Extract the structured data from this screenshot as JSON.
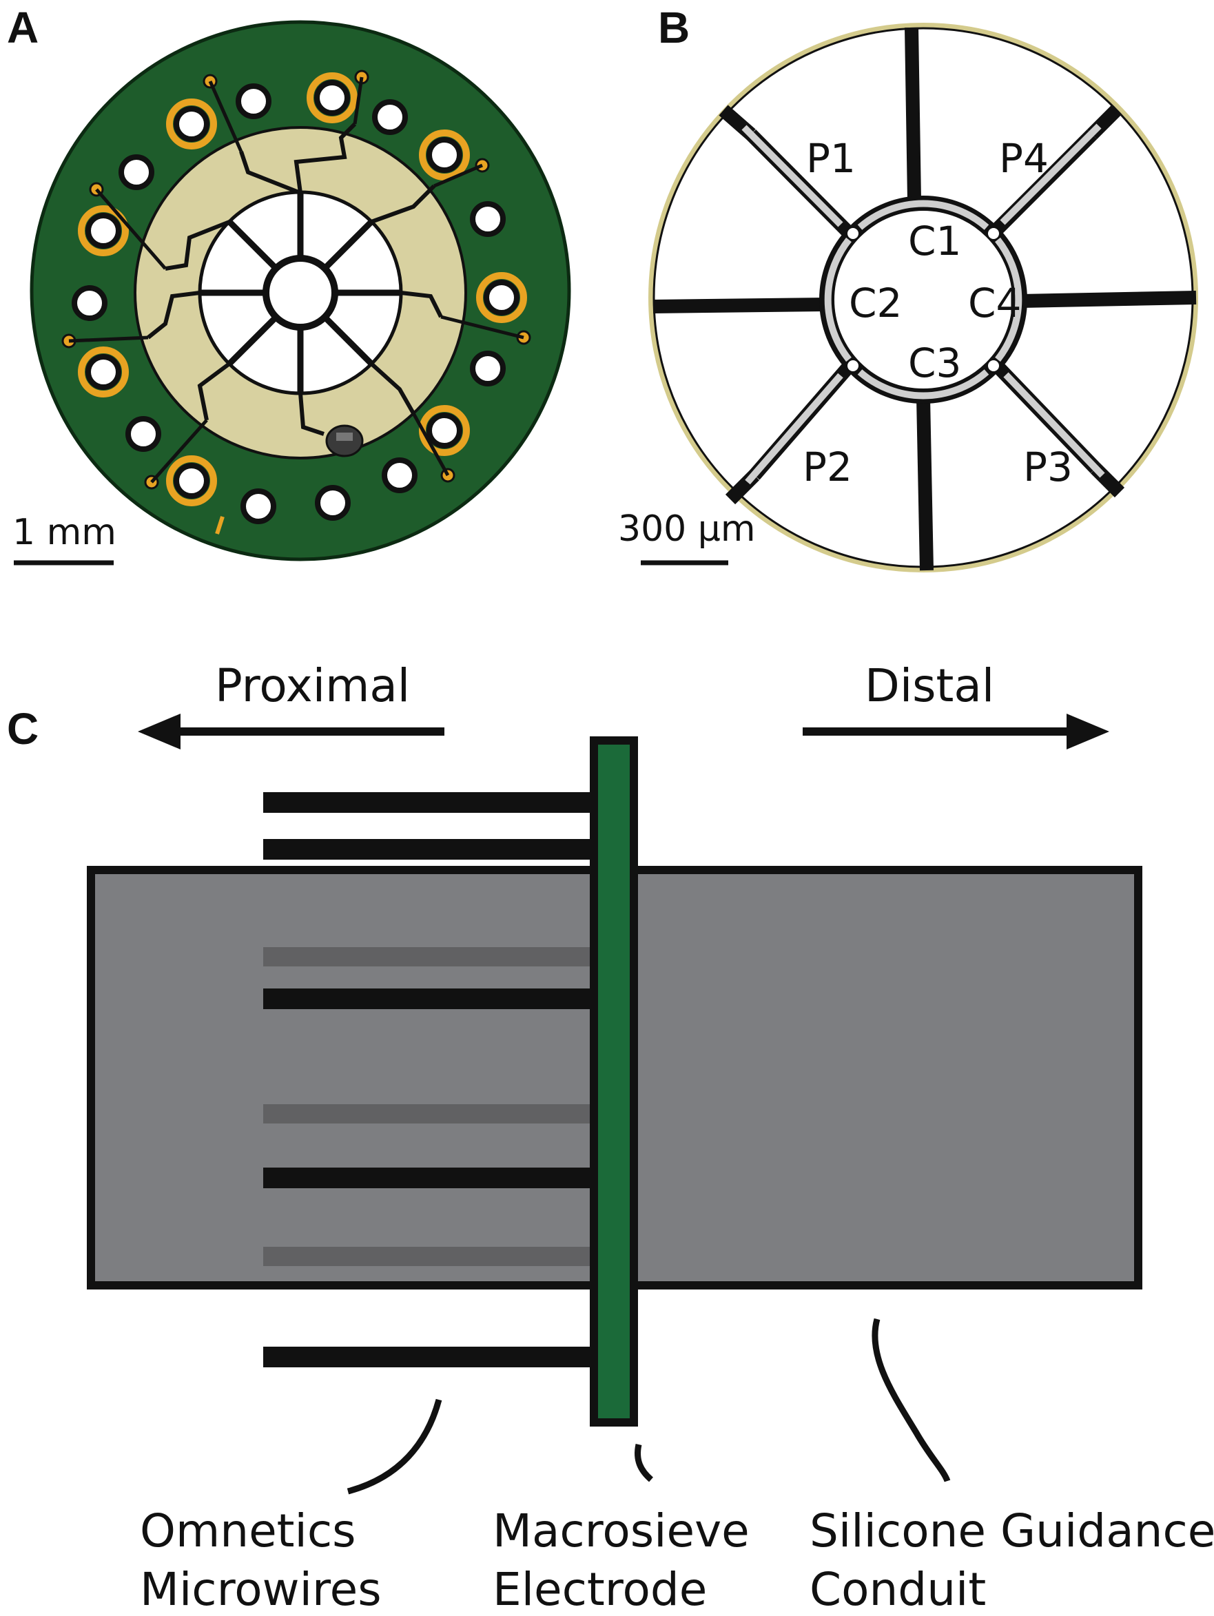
{
  "panels": {
    "a": {
      "letter": "A",
      "scale_bar_label": "1 mm",
      "colors": {
        "board": "#1e5c2b",
        "ring": "#d8d1a0",
        "pad": "#e8a322",
        "trace": "#111111"
      }
    },
    "b": {
      "letter": "B",
      "scale_bar_label": "300 μm",
      "site_labels": [
        "P1",
        "P4",
        "C1",
        "C2",
        "C4",
        "C3",
        "P2",
        "P3"
      ]
    },
    "c": {
      "letter": "C",
      "proximal_label": "Proximal",
      "distal_label": "Distal",
      "callouts": {
        "microwires": [
          "Omnetics",
          "Microwires"
        ],
        "electrode": [
          "Macrosieve",
          "Electrode"
        ],
        "conduit": [
          "Silicone Guidance",
          "Conduit"
        ]
      },
      "colors": {
        "conduit": "#7d7e81",
        "electrode": "#1b6a39",
        "wire": "#111111"
      }
    }
  }
}
